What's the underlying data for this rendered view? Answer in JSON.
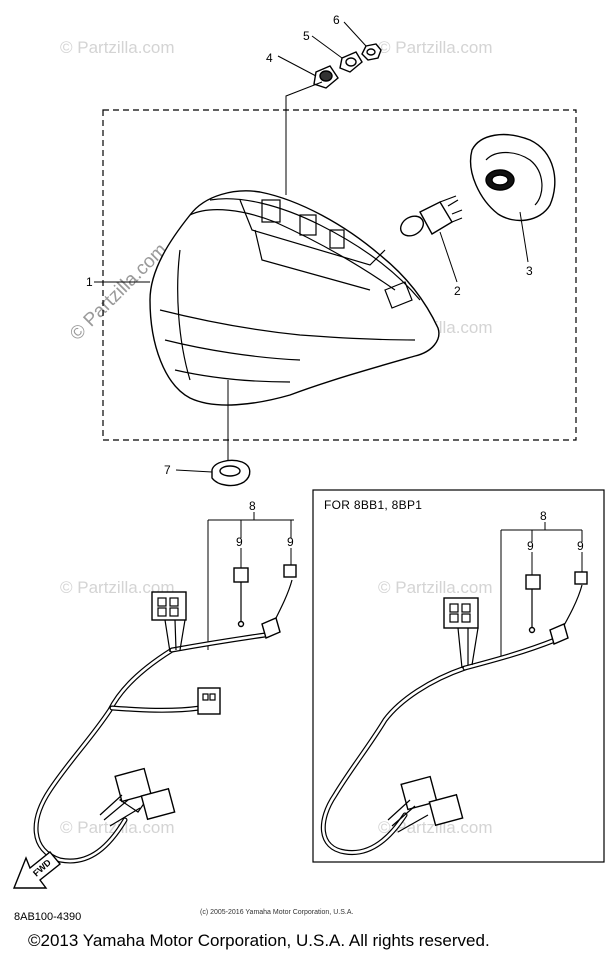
{
  "diagram": {
    "callouts": [
      "1",
      "2",
      "3",
      "4",
      "5",
      "6",
      "7",
      "8",
      "9",
      "9",
      "8",
      "9",
      "9"
    ],
    "variant_label": "FOR 8BB1, 8BP1",
    "fwd_label": "FWD",
    "diagram_code": "8AB100-4390",
    "small_copyright": "(c) 2005-2016 Yamaha Motor Corporation, U.S.A.",
    "main_copyright": "©2013 Yamaha Motor Corporation, U.S.A. All rights reserved."
  },
  "watermark": {
    "text": "© Partzilla.com"
  }
}
